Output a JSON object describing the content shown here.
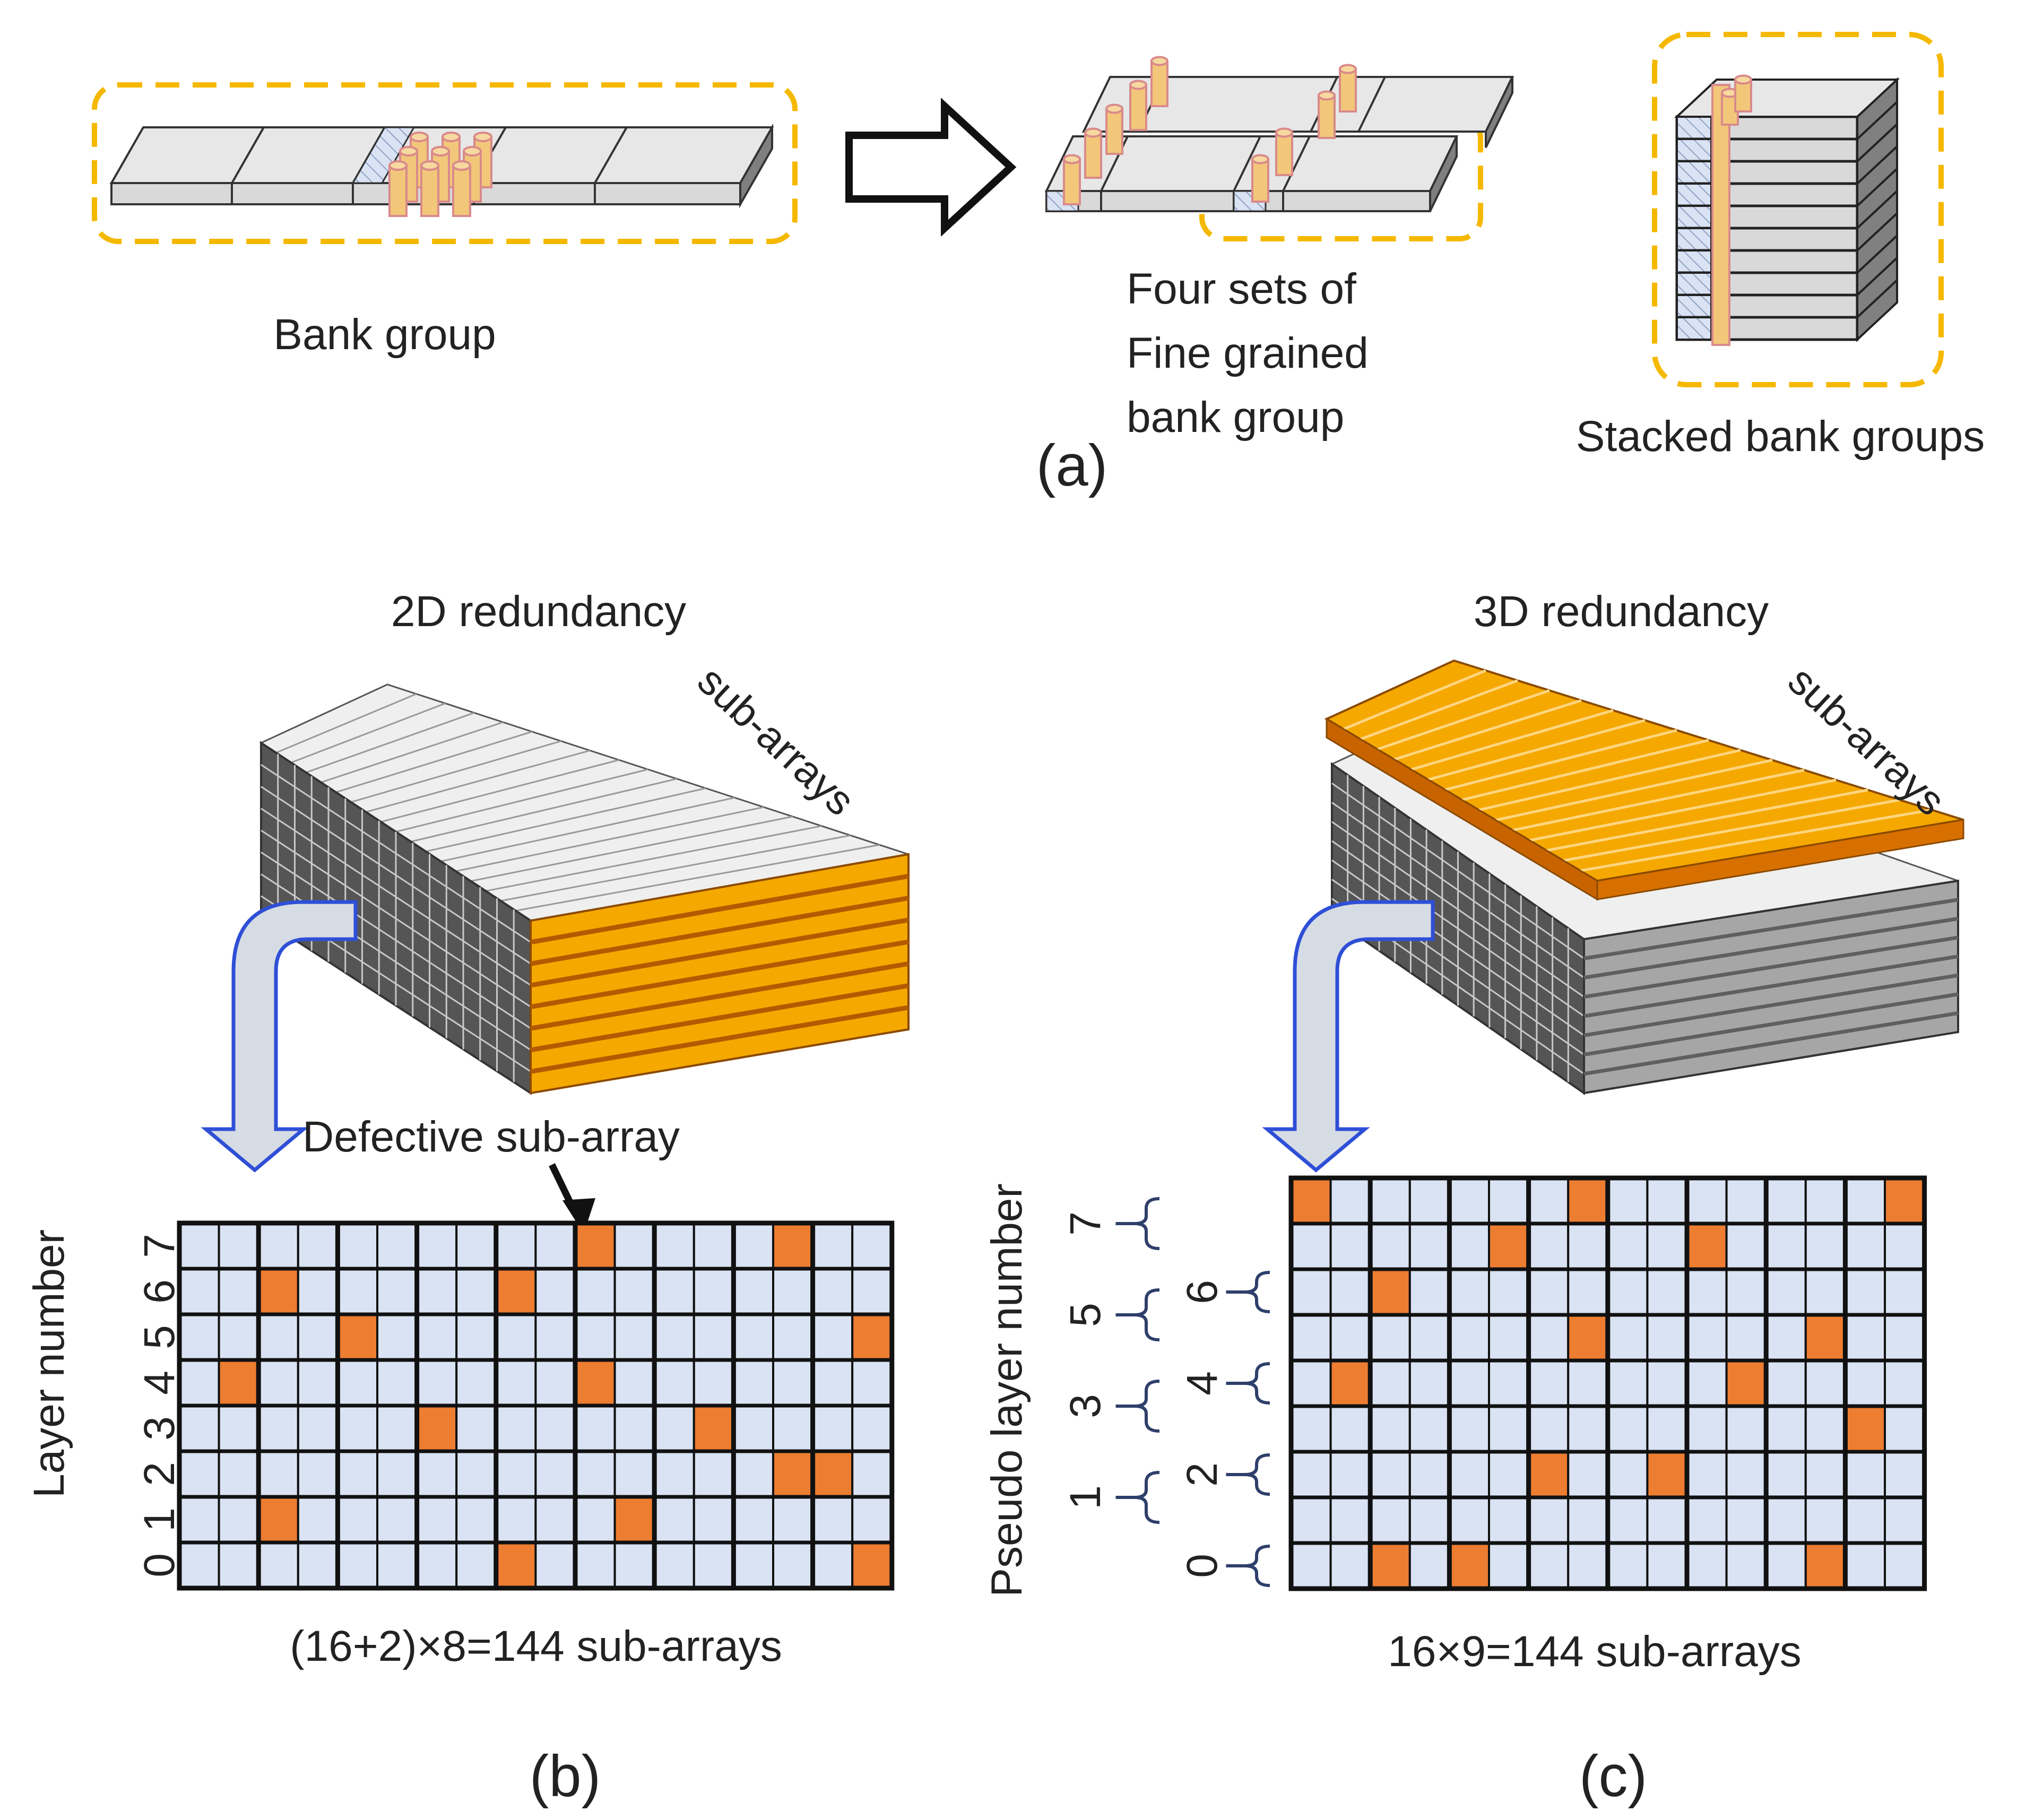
{
  "panel_a": {
    "label": "(a)",
    "bank_group_caption": "Bank group",
    "fine_grained_caption_lines": [
      "Four sets of",
      "Fine grained",
      "bank group"
    ],
    "stacked_caption": "Stacked bank groups"
  },
  "panel_b": {
    "label": "(b)",
    "title": "2D redundancy",
    "sub_arrays_label": "sub-arrays",
    "defect_callout": "Defective sub-array",
    "y_axis_label": "Layer number",
    "row_labels": [
      "0",
      "1",
      "2",
      "3",
      "4",
      "5",
      "6",
      "7"
    ],
    "caption": "(16+2)×8=144 sub-arrays",
    "grid": {
      "columns": 18,
      "rows": 8,
      "defects_by_row_top_to_bottom": [
        [
          10,
          15
        ],
        [
          2,
          8
        ],
        [
          4,
          17
        ],
        [
          1,
          10
        ],
        [
          6,
          13
        ],
        [
          15,
          16
        ],
        [
          2,
          11
        ],
        [
          8,
          17
        ]
      ]
    }
  },
  "panel_c": {
    "label": "(c)",
    "title": "3D redundancy",
    "sub_arrays_label": "sub-arrays",
    "y_axis_label": "Pseudo layer number",
    "row_labels": [
      "0",
      "1",
      "2",
      "3",
      "4",
      "5",
      "6",
      "7"
    ],
    "caption": "16×9=144 sub-arrays",
    "grid": {
      "columns": 16,
      "rows": 9,
      "defects_by_row_top_to_bottom": [
        [
          0,
          7,
          15
        ],
        [
          5,
          10
        ],
        [
          2
        ],
        [
          7,
          13
        ],
        [
          1,
          11
        ],
        [
          14
        ],
        [
          6,
          9
        ],
        [],
        [
          2,
          4,
          13
        ]
      ]
    }
  },
  "colors": {
    "cell_fill": "#dae3f3",
    "defect_fill": "#ed7d31",
    "highlight_orange": "#f5a800",
    "outline_dashed": "#f5b800",
    "arrow_blue": "#3b5bdb",
    "bracket_navy": "#2f3f6b"
  }
}
